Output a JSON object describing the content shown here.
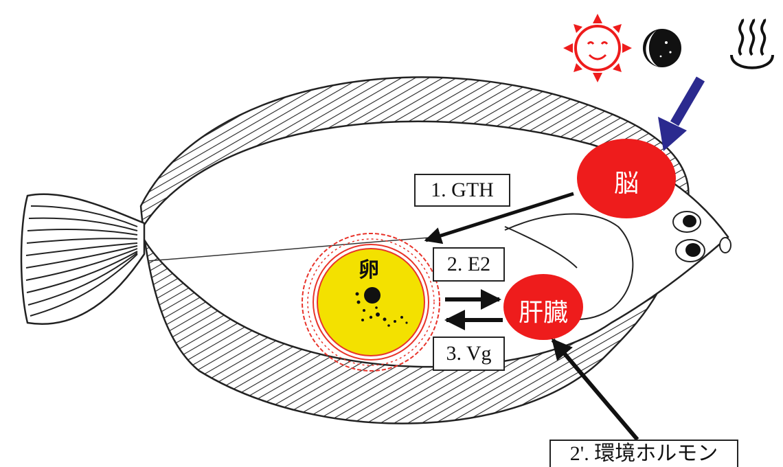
{
  "labels": {
    "gth": "1. GTH",
    "e2": "2. E2",
    "vg": "3. Vg",
    "env_hormone": "2'. 環境ホルモン"
  },
  "organs": {
    "brain": "脳",
    "liver": "肝臓",
    "egg": "卵"
  },
  "icons": [
    "sun-icon",
    "moon-icon",
    "hot-spring-icon"
  ],
  "colors": {
    "organ_red": "#ee1c1c",
    "egg_yellow": "#f3e100",
    "egg_outline": "#e8332a",
    "arrow_blue": "#2b2a8f",
    "line_black": "#111111"
  }
}
